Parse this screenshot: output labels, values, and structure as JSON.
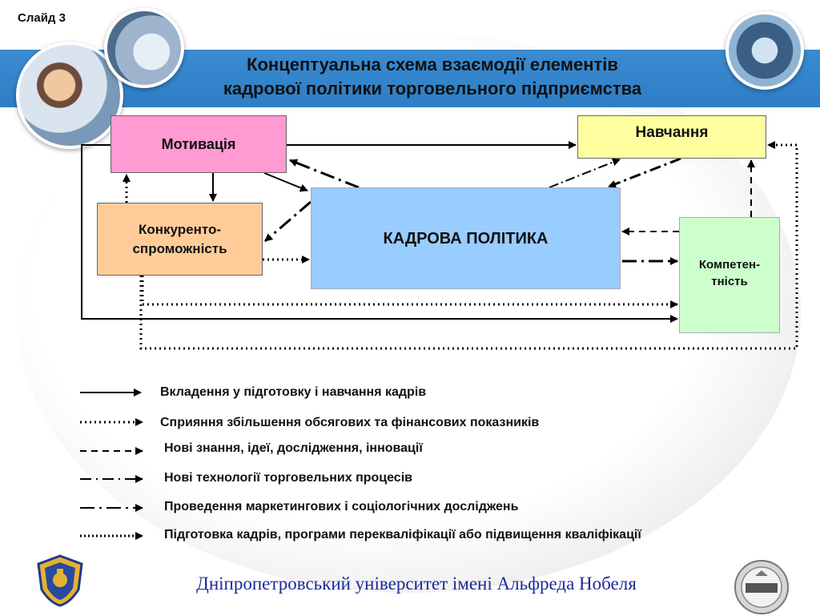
{
  "slide": {
    "label": "Слайд 3"
  },
  "title": {
    "line1": "Концептуальна схема взаємодії елементів",
    "line2": "кадрової політики торговельного підприємства"
  },
  "boxes": {
    "motivation": "Мотивація",
    "training": "Навчання",
    "competitiveness_line1": "Конкуренто-",
    "competitiveness_line2": "спроможність",
    "hr_policy": "КАДРОВА ПОЛІТИКА",
    "competence_line1": "Компетен-",
    "competence_line2": "тність"
  },
  "legend": [
    {
      "style": "solid",
      "label": "Вкладення у підготовку і навчання кадрів"
    },
    {
      "style": "dotted-bold",
      "label": "Сприяння збільшення обсягових та фінансових показників"
    },
    {
      "style": "dashed",
      "label": "Нові знання, ідеї, дослідження, інновації"
    },
    {
      "style": "dash-dot",
      "label": "Нові технології торговельних процесів"
    },
    {
      "style": "dash-dot-long",
      "label": "Проведення маркетингових і соціологічних досліджень"
    },
    {
      "style": "dotted",
      "label": "Підготовка кадрів, програми перекваліфікації або підвищення кваліфікації"
    }
  ],
  "footer": {
    "university": "Дніпропетровський університет імені Альфреда Нобеля"
  },
  "logos": {
    "left": "university-crest-icon",
    "right": "lider-seal-icon"
  },
  "colors": {
    "band": "#2e7ec6",
    "motivation": "#ff9ad2",
    "training": "#ffffa0",
    "competitiveness": "#ffcc99",
    "hr_policy": "#99ccff",
    "competence": "#ccffcc",
    "footer_text": "#1a2a9a"
  }
}
